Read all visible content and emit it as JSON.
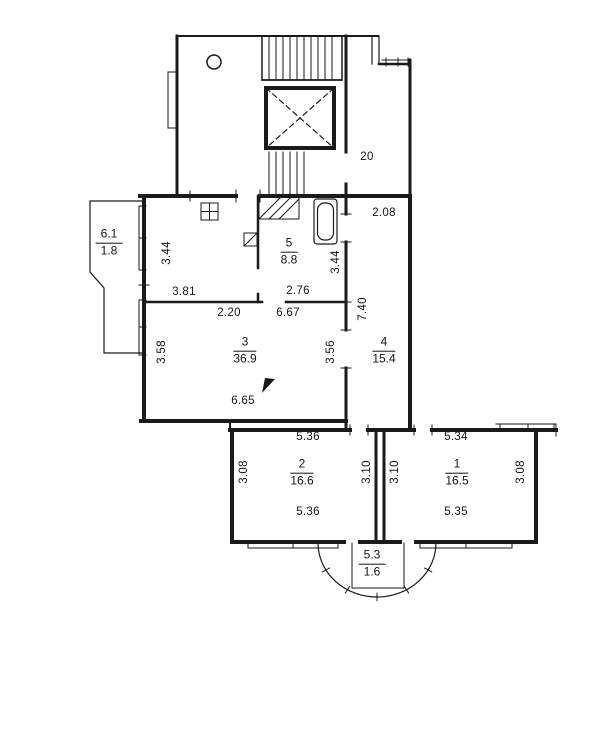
{
  "plan": {
    "floor_label": "20",
    "colors": {
      "ink": "#1a1a1a",
      "paper": "#ffffff"
    },
    "rooms": [
      {
        "number": "6.1",
        "area": "1.8"
      },
      {
        "number": "5",
        "area": "8.8"
      },
      {
        "number": "3",
        "area": "36.9"
      },
      {
        "number": "4",
        "area": "15.4"
      },
      {
        "number": "2",
        "area": "16.6"
      },
      {
        "number": "1",
        "area": "16.5"
      },
      {
        "number": "5.3",
        "area": "1.6"
      }
    ],
    "dims": [
      {
        "text": "3.44"
      },
      {
        "text": "3.81"
      },
      {
        "text": "2.20"
      },
      {
        "text": "6.67"
      },
      {
        "text": "2.76"
      },
      {
        "text": "3.44"
      },
      {
        "text": "2.08"
      },
      {
        "text": "7.40"
      },
      {
        "text": "3.58"
      },
      {
        "text": "3.56"
      },
      {
        "text": "6.65"
      },
      {
        "text": "5.36"
      },
      {
        "text": "5.34"
      },
      {
        "text": "3.08"
      },
      {
        "text": "3.10"
      },
      {
        "text": "3.10"
      },
      {
        "text": "3.08"
      },
      {
        "text": "5.36"
      },
      {
        "text": "5.35"
      }
    ]
  }
}
